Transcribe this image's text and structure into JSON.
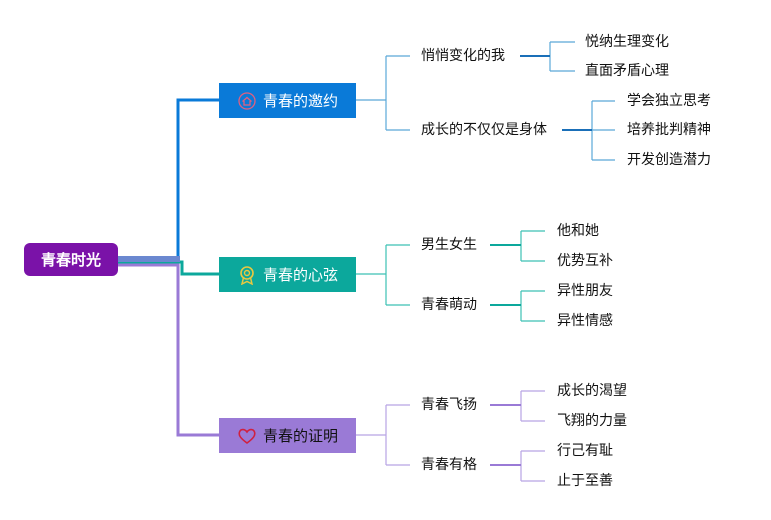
{
  "root": {
    "label": "青春时光"
  },
  "branches": [
    {
      "label": "青春的邀约",
      "icon": "house-icon",
      "color": "#0a7ad8",
      "children": [
        {
          "label": "悄悄变化的我",
          "children": [
            "悦纳生理变化",
            "直面矛盾心理"
          ]
        },
        {
          "label": "成长的不仅仅是身体",
          "children": [
            "学会独立思考",
            "培养批判精神",
            "开发创造潜力"
          ]
        }
      ]
    },
    {
      "label": "青春的心弦",
      "icon": "award-ribbon-icon",
      "color": "#0ca89c",
      "children": [
        {
          "label": "男生女生",
          "children": [
            "他和她",
            "优势互补"
          ]
        },
        {
          "label": "青春萌动",
          "children": [
            "异性朋友",
            "异性情感"
          ]
        }
      ]
    },
    {
      "label": "青春的证明",
      "icon": "heart-icon",
      "color": "#9a7ad6",
      "children": [
        {
          "label": "青春飞扬",
          "children": [
            "成长的渴望",
            "飞翔的力量"
          ]
        },
        {
          "label": "青春有格",
          "children": [
            "行己有耻",
            "止于至善"
          ]
        }
      ]
    }
  ]
}
